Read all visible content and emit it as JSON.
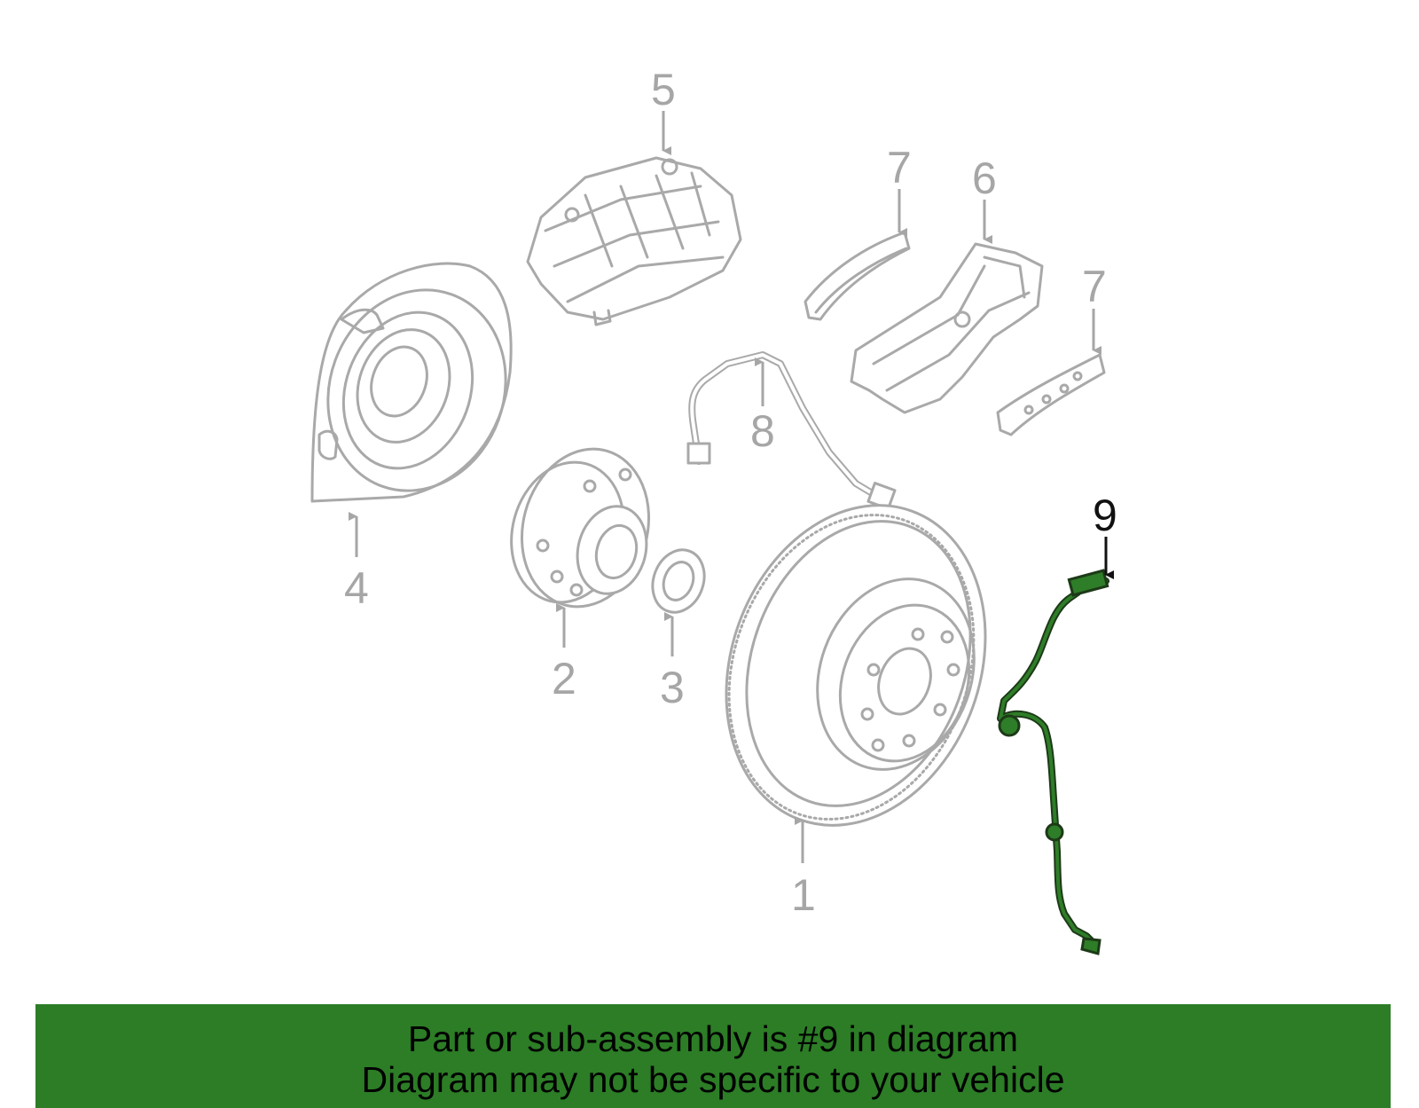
{
  "callouts": {
    "c1": "1",
    "c2": "2",
    "c3": "3",
    "c4": "4",
    "c5": "5",
    "c6": "6",
    "c7a": "7",
    "c7b": "7",
    "c8": "8",
    "c9": "9"
  },
  "highlighted_part": "9",
  "colors": {
    "highlight": "#2c7d26",
    "line_art": "#a9a9a9",
    "active_callout": "#111111"
  },
  "banner": {
    "line1": "Part or sub-assembly is #9 in diagram",
    "line2": "Diagram may not be specific to your vehicle"
  }
}
